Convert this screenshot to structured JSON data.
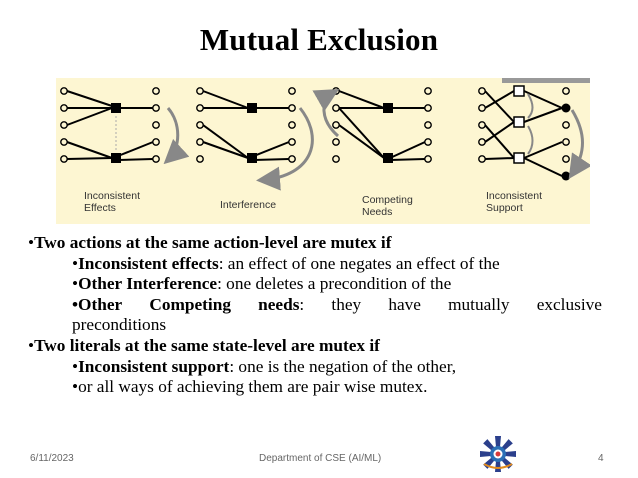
{
  "slide": {
    "title": "Mutual Exclusion",
    "figure": {
      "labels": [
        {
          "line1": "Inconsistent",
          "line2": "Effects"
        },
        {
          "line1": "Interference",
          "line2": ""
        },
        {
          "line1": "Competing",
          "line2": "Needs"
        },
        {
          "line1": "Inconsistent",
          "line2": "Support"
        }
      ],
      "colors": {
        "background": "#fdf6d2",
        "node": "#000000",
        "arrow": "#888888"
      }
    },
    "bullets": [
      {
        "level": 1,
        "bullet": "•",
        "bold": "Two actions at the same action-level are mutex if",
        "rest": ""
      },
      {
        "level": 2,
        "bullet": "•",
        "bold": "Inconsistent effects",
        "rest": ": an effect of one negates an effect of the"
      },
      {
        "level": 2,
        "bullet": "•",
        "bold": "Other Interference",
        "rest": ": one deletes a precondition of the"
      },
      {
        "level": 2,
        "bullet": "•",
        "bold": "Other Competing needs",
        "rest": ": they have mutually exclusive"
      },
      {
        "level": 2,
        "bullet": "",
        "bold": "",
        "rest": "preconditions"
      },
      {
        "level": 1,
        "bullet": "•",
        "bold": "Two literals at the same state-level are mutex if",
        "rest": ""
      },
      {
        "level": 2,
        "bullet": "•",
        "bold": "Inconsistent support",
        "rest": ": one is the negation of the other,"
      },
      {
        "level": 2,
        "bullet": "•",
        "bold": "",
        "rest": "or all ways of achieving them are pair wise mutex."
      }
    ],
    "justified_line": {
      "words": [
        "•Other",
        "Competing",
        "needs:",
        "they",
        "have",
        "mutually",
        "exclusive"
      ]
    },
    "footer": {
      "date": "6/11/2023",
      "department": "Department of CSE (AI/ML)",
      "page": "4"
    },
    "logo_icon": "college-emblem-icon"
  }
}
